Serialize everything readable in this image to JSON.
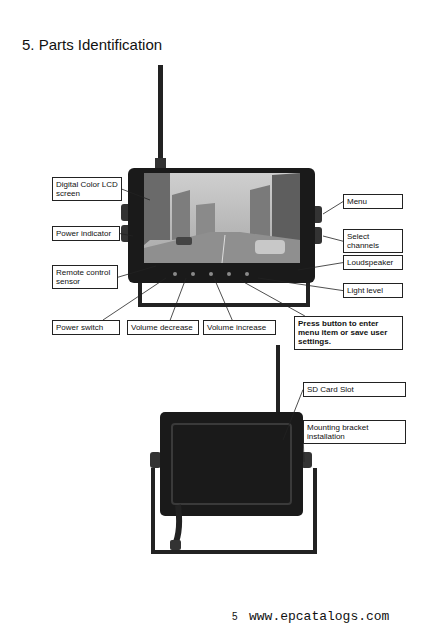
{
  "diagram": {
    "title": "5. Parts Identification",
    "nodes": [
      {
        "text": [
          "Digital Color LCD screen"
        ]
      },
      {
        "text": [
          "Power indicator"
        ]
      },
      {
        "text": [
          "Remote control sensor"
        ]
      },
      {
        "text": [
          "Power switch"
        ]
      },
      {
        "text": [
          "Volume decrease"
        ]
      },
      {
        "text": [
          "Volume increase"
        ]
      },
      {
        "text": [
          "Menu"
        ]
      },
      {
        "text": [
          "Select channels"
        ]
      },
      {
        "text": [
          "Loudspeaker"
        ]
      },
      {
        "text": [
          "Light level"
        ]
      },
      {
        "text": [
          "Press button to enter menu item or save user settings."
        ]
      },
      {
        "text": [
          "SD Card Slot"
        ]
      },
      {
        "text": [
          "Mounting bracket installation"
        ]
      }
    ],
    "labels": [
      "5",
      "www.epcatalogs.com"
    ]
  }
}
